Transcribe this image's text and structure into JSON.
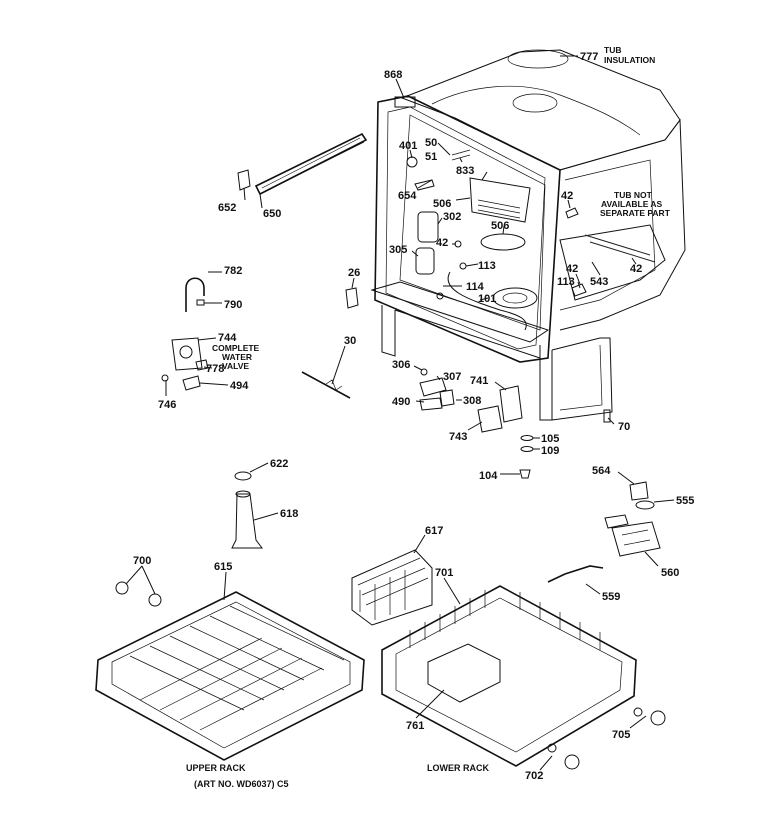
{
  "callouts": {
    "c777": "777",
    "c868": "868",
    "c50": "50",
    "c401": "401",
    "c51": "51",
    "c833": "833",
    "c654": "654",
    "c506a": "506",
    "c302": "302",
    "c42a": "42",
    "c506b": "506",
    "c305": "305",
    "c113a": "113",
    "c114": "114",
    "c101": "101",
    "c42b": "42",
    "c42c": "42",
    "c113b": "113",
    "c543": "543",
    "c42d": "42",
    "c652": "652",
    "c650": "650",
    "c26": "26",
    "c782": "782",
    "c790": "790",
    "c744": "744",
    "c778": "778",
    "c494": "494",
    "c746": "746",
    "c30": "30",
    "c306": "306",
    "c307": "307",
    "c741": "741",
    "c490": "490",
    "c308": "308",
    "c743": "743",
    "c70": "70",
    "c105": "105",
    "c109": "109",
    "c104": "104",
    "c564": "564",
    "c555": "555",
    "c560": "560",
    "c622": "622",
    "c618": "618",
    "c617": "617",
    "c700": "700",
    "c615": "615",
    "c701": "701",
    "c559": "559",
    "c705": "705",
    "c761": "761",
    "c702": "702"
  },
  "notes": {
    "tub_insulation_1": "TUB",
    "tub_insulation_2": "INSULATION",
    "tub_not_1": "TUB NOT",
    "tub_not_2": "AVAILABLE AS",
    "tub_not_3": "SEPARATE PART",
    "water_valve_1": "COMPLETE",
    "water_valve_2": "WATER",
    "water_valve_3": "VALVE"
  },
  "captions": {
    "upper_rack": "UPPER RACK",
    "lower_rack": "LOWER RACK",
    "art_no": "(ART NO. WD6037) C5"
  }
}
